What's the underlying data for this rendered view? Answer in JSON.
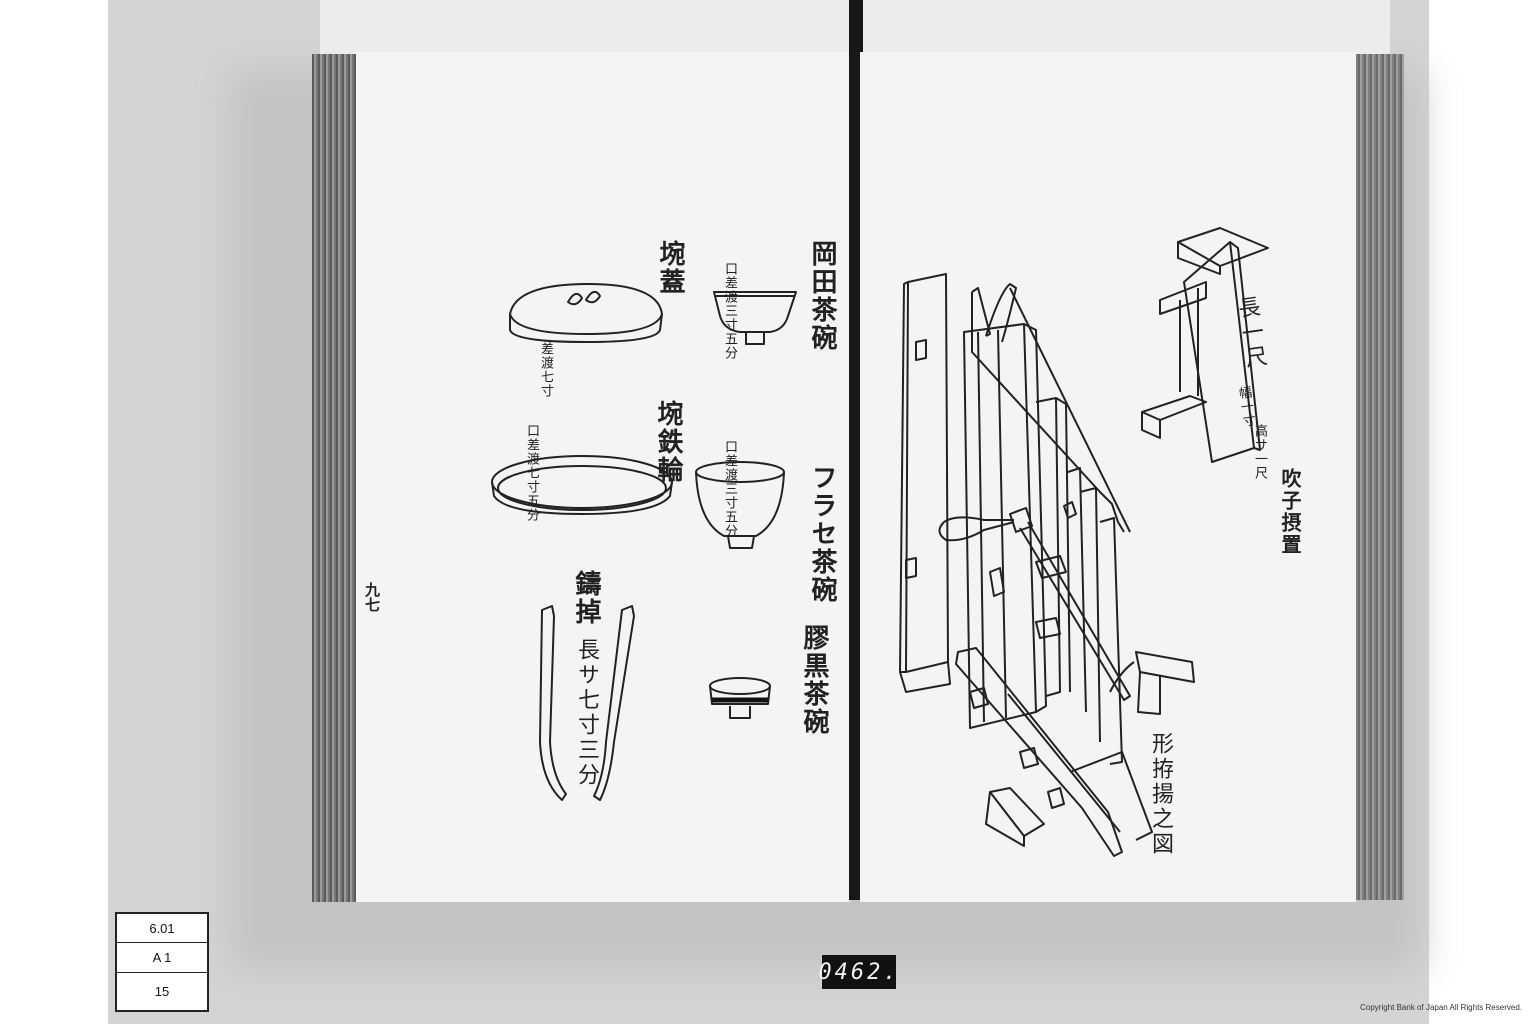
{
  "left_page": {
    "page_number": "九七",
    "items": [
      {
        "name": "岡田茶碗",
        "dimension": "口差渡三寸五分"
      },
      {
        "name": "フラセ茶碗",
        "dimension": "口差渡三寸五分"
      },
      {
        "name": "膠黒茶碗",
        "dimension": ""
      },
      {
        "name": "埦蓋",
        "dimension": "差渡七寸"
      },
      {
        "name": "埦鉄輪",
        "dimension": "口差渡七寸五分"
      },
      {
        "name": "鑄掉",
        "dimension": "長サ七寸三分"
      }
    ]
  },
  "right_page": {
    "caption": "吹子摂置",
    "sub_caption": "高サ一尺",
    "board_label": "長一尺",
    "board_label_2": "幅一寸",
    "figure_title": "形拵揚之図"
  },
  "archive": {
    "label_rows": [
      "6.01",
      "A 1",
      "15"
    ],
    "frame_number": "0462.",
    "copyright": "Copyright Bank of Japan All Rights Reserved."
  }
}
